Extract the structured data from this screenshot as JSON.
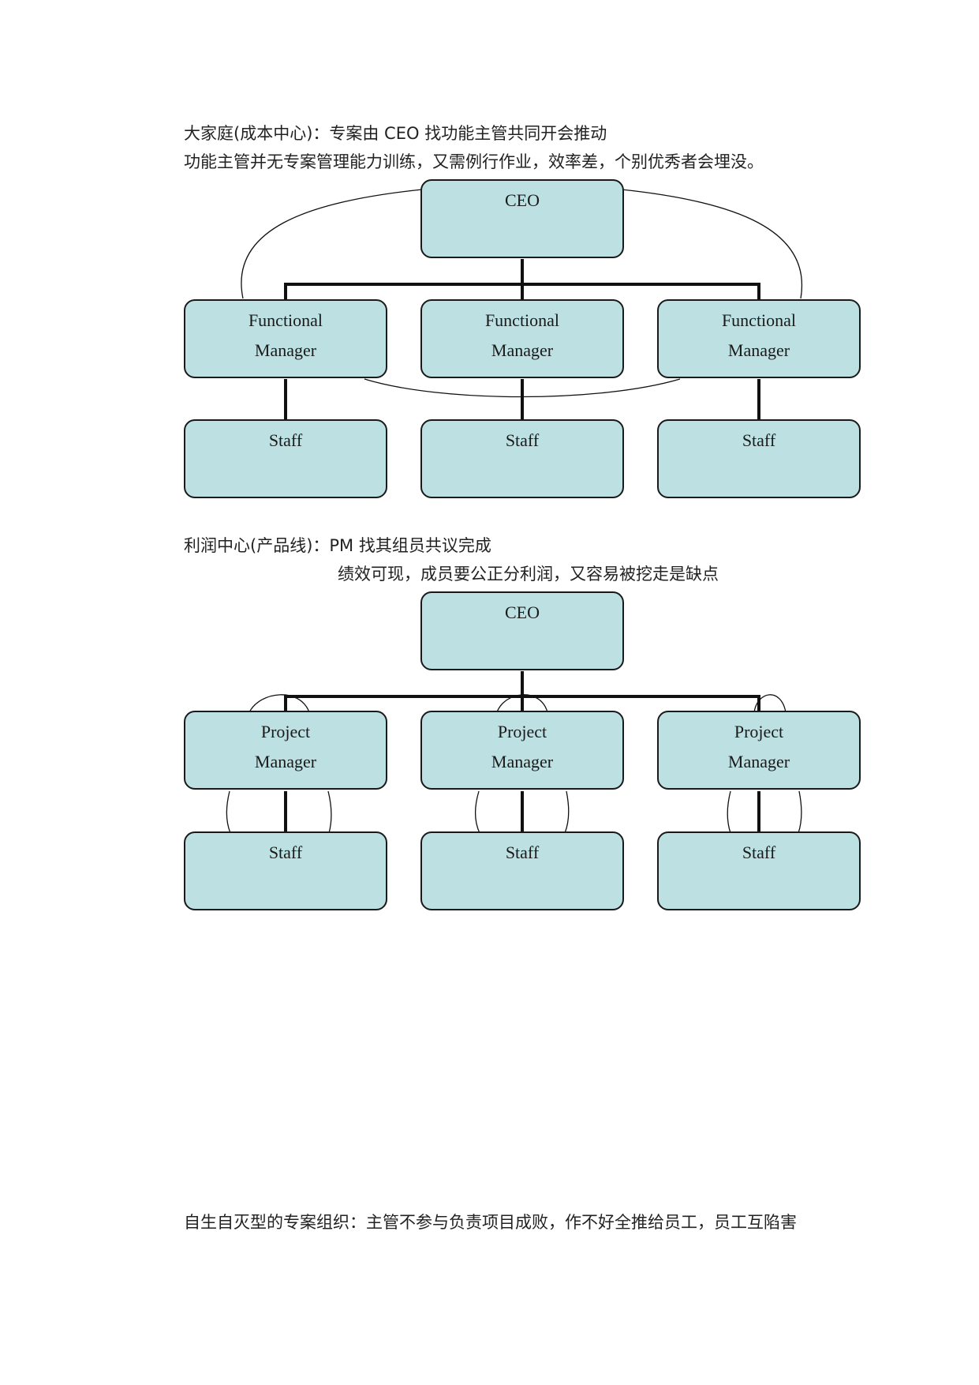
{
  "section1": {
    "line1": "大家庭(成本中心)：专案由 CEO 找功能主管共同开会推动",
    "line2": "功能主管并无专案管理能力训练，又需例行作业，效率差，个别优秀者会埋没。",
    "ceo": "CEO",
    "managers": [
      {
        "line1": "Functional",
        "line2": "Manager"
      },
      {
        "line1": "Functional",
        "line2": "Manager"
      },
      {
        "line1": "Functional",
        "line2": "Manager"
      }
    ],
    "staff": [
      "Staff",
      "Staff",
      "Staff"
    ]
  },
  "section2": {
    "line1": "利润中心(产品线)：PM 找其组员共议完成",
    "line2": "绩效可现，成员要公正分利润，又容易被挖走是缺点",
    "ceo": "CEO",
    "managers": [
      {
        "line1": "Project",
        "line2": "Manager"
      },
      {
        "line1": "Project",
        "line2": "Manager"
      },
      {
        "line1": "Project",
        "line2": "Manager"
      }
    ],
    "staff": [
      "Staff",
      "Staff",
      "Staff"
    ]
  },
  "section3": {
    "line1": "自生自灭型的专案组织：主管不参与负责项目成败，作不好全推给员工，员工互陷害"
  },
  "colors": {
    "box_fill": "#bde1e3",
    "line": "#111111"
  }
}
